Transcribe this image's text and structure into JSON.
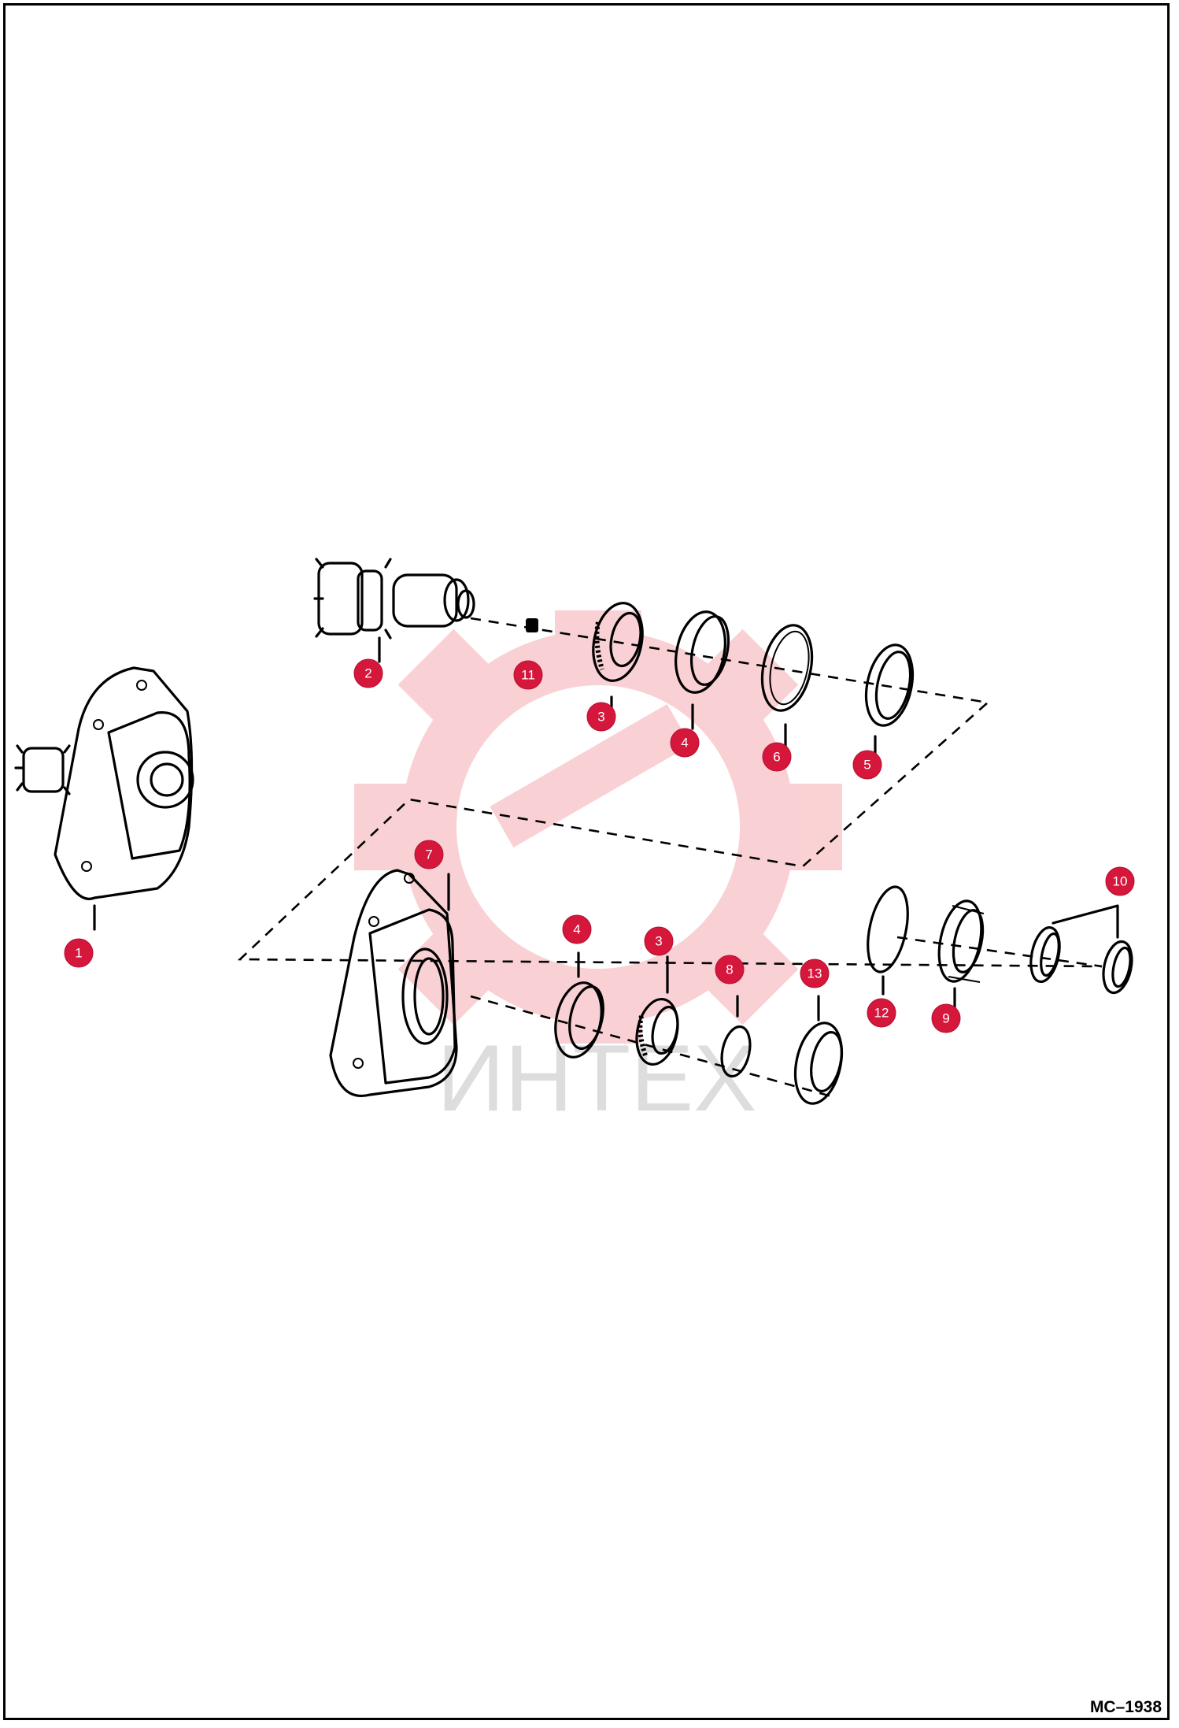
{
  "diagram": {
    "reference_code": "MC–1938",
    "watermark_text": "ИНТЕХ",
    "accent_color": "#d5173c",
    "callouts": [
      {
        "label": "1"
      },
      {
        "label": "2"
      },
      {
        "label": "11"
      },
      {
        "label": "3"
      },
      {
        "label": "4"
      },
      {
        "label": "6"
      },
      {
        "label": "5"
      },
      {
        "label": "7"
      },
      {
        "label": "4"
      },
      {
        "label": "3"
      },
      {
        "label": "8"
      },
      {
        "label": "13"
      },
      {
        "label": "12"
      },
      {
        "label": "9"
      },
      {
        "label": "10"
      }
    ]
  }
}
